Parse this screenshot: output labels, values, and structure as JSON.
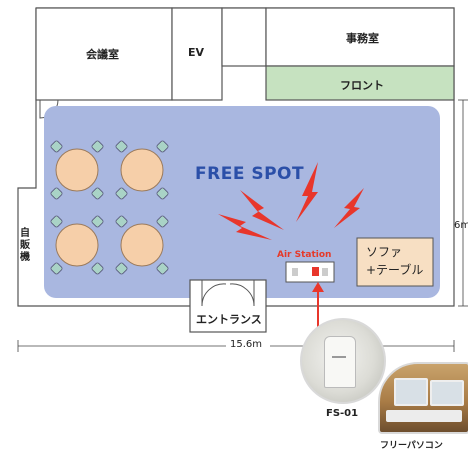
{
  "rooms": {
    "meeting_room": "会議室",
    "ev": "EV",
    "office": "事務室",
    "front": "フロント",
    "vending": "自販機",
    "entrance": "エントランス"
  },
  "free_spot": {
    "title": "FREE SPOT",
    "air_station": "Air Station",
    "sofa_line1": "ソファ",
    "sofa_line2": "+テーブル"
  },
  "dimensions": {
    "width": "15.6m",
    "height": "6m"
  },
  "photos": {
    "device": "FS-01",
    "pc": "フリーパソコン"
  },
  "colors": {
    "free_spot_area": "#a9b7e0",
    "front": "#c6e2c0",
    "table": "#f6cfa9",
    "chair": "#a9d3c6",
    "lightning": "#e8362b",
    "title": "#2b4fa8",
    "sofa": "#f7dfc3"
  },
  "tables": [
    {
      "name": "table-1"
    },
    {
      "name": "table-2"
    },
    {
      "name": "table-3"
    },
    {
      "name": "table-4"
    }
  ]
}
